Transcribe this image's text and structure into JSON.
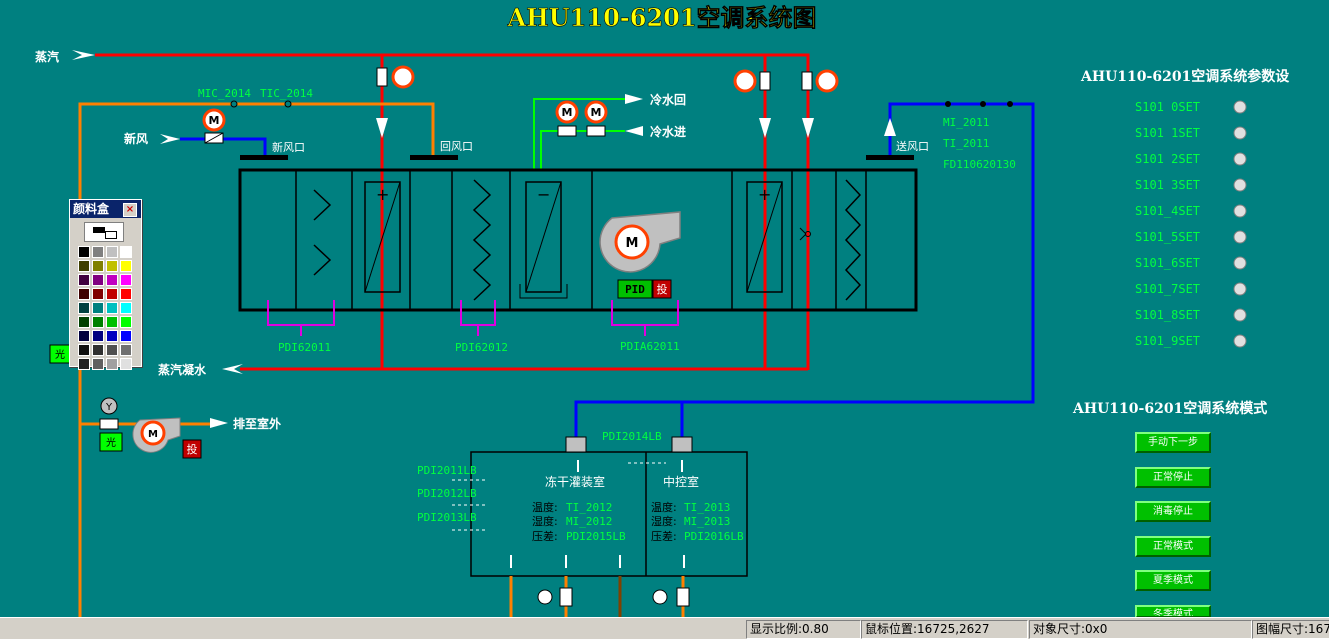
{
  "title": "AHU110-6201空调系统图",
  "panel_params_title": "AHU110-6201空调系统参数设",
  "panel_mode_title": "AHU110-6201空调系统模式",
  "params": [
    "S101 0SET",
    "S101 1SET",
    "S101 2SET",
    "S101 3SET",
    "S101_4SET",
    "S101_5SET",
    "S101_6SET",
    "S101_7SET",
    "S101_8SET",
    "S101_9SET"
  ],
  "modes": [
    "手动下一步",
    "正常停止",
    "消毒停止",
    "正常模式",
    "夏季模式",
    "冬季模式"
  ],
  "labels": {
    "steam": "蒸汽",
    "fresh_air": "新风",
    "fresh_air_port": "新风口",
    "return_air_port": "回风口",
    "supply_air_port": "送风口",
    "chw_return": "冷水回",
    "chw_supply": "冷水进",
    "steam_condensate": "蒸汽凝水",
    "exhaust": "排至室外",
    "mic": "MIC_2014",
    "tic": "TIC_2014",
    "mi_2011": "MI_2011",
    "ti_2011": "TI_2011",
    "fd": "FD110620130",
    "pdi1": "PDI62011",
    "pdi2": "PDI62012",
    "pdi3": "PDIA62011",
    "pid": "PID",
    "tou": "投",
    "pdi2014": "PDI2014LB",
    "pdi2011lb": "PDI2011LB",
    "pdi2012lb": "PDI2012LB",
    "pdi2013lb": "PDI2013LB",
    "room1": "冻干灌装室",
    "room2": "中控室",
    "temp": "温度:",
    "humid": "湿度:",
    "press": "压差:",
    "ti_2012": "TI_2012",
    "mi_2012": "MI_2012",
    "pdi2015": "PDI2015LB",
    "ti_2013": "TI_2013",
    "mi_2013": "MI_2013",
    "pdi2016": "PDI2016LB",
    "m": "M",
    "y": "Y",
    "plus": "+",
    "minus": "−",
    "light": "光"
  },
  "palette": {
    "title": "颜料盒",
    "close": "×",
    "colors": [
      "#000000",
      "#808080",
      "#c0c0c0",
      "#ffffff",
      "#404000",
      "#808000",
      "#c0c000",
      "#ffff00",
      "#400040",
      "#800080",
      "#c000c0",
      "#ff00ff",
      "#400000",
      "#800000",
      "#c00000",
      "#ff0000",
      "#004040",
      "#008080",
      "#00c0c0",
      "#00ffff",
      "#004000",
      "#008000",
      "#00c000",
      "#00ff00",
      "#000040",
      "#000080",
      "#0000c0",
      "#0000ff",
      "#101010",
      "#303030",
      "#505050",
      "#707070",
      "#202020",
      "#606060",
      "#a0a0a0",
      "#e0e0e0"
    ]
  },
  "status": {
    "scale": "显示比例:0.80",
    "mouse": "鼠标位置:16725,2627",
    "obj": "对象尺寸:0x0",
    "canvas": "图幅尺寸:167"
  },
  "colors": {
    "background": "#008080",
    "steam": "#ff0000",
    "chilled_water": "#00ff00",
    "air": "#0000ff",
    "exhaust": "#ff8000",
    "label_green": "#00ff40",
    "title": "#ffff00"
  }
}
